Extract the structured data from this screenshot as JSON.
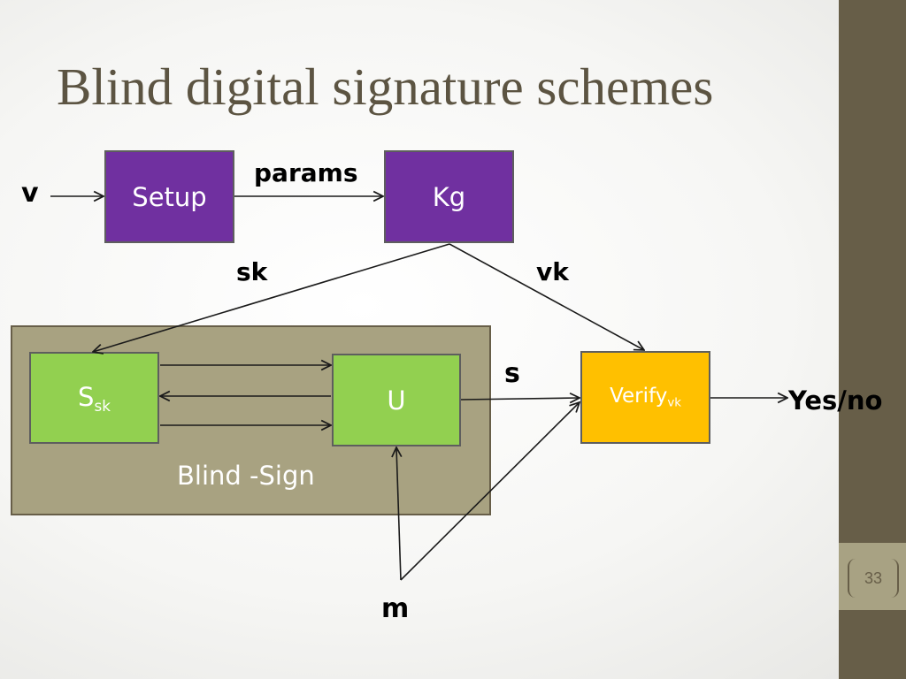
{
  "slide": {
    "title": "Blind digital signature schemes",
    "page_number": "33"
  },
  "nodes": {
    "setup": "Setup",
    "kg": "Kg",
    "signer_main": "S",
    "signer_sub": "sk",
    "user": "U",
    "verify_main": "Verify",
    "verify_sub": "vk"
  },
  "group_label": "Blind -Sign",
  "edge_labels": {
    "input": "v",
    "params": "params",
    "sk": "sk",
    "vk": "vk",
    "signature": "s",
    "message": "m",
    "output": "Yes/no"
  },
  "colors": {
    "process_box": "#7030a0",
    "party_box": "#92d050",
    "verify_box": "#ffc000",
    "group_fill": "#a8a281",
    "sidebar": "#675e48",
    "title_text": "#5c5442"
  }
}
